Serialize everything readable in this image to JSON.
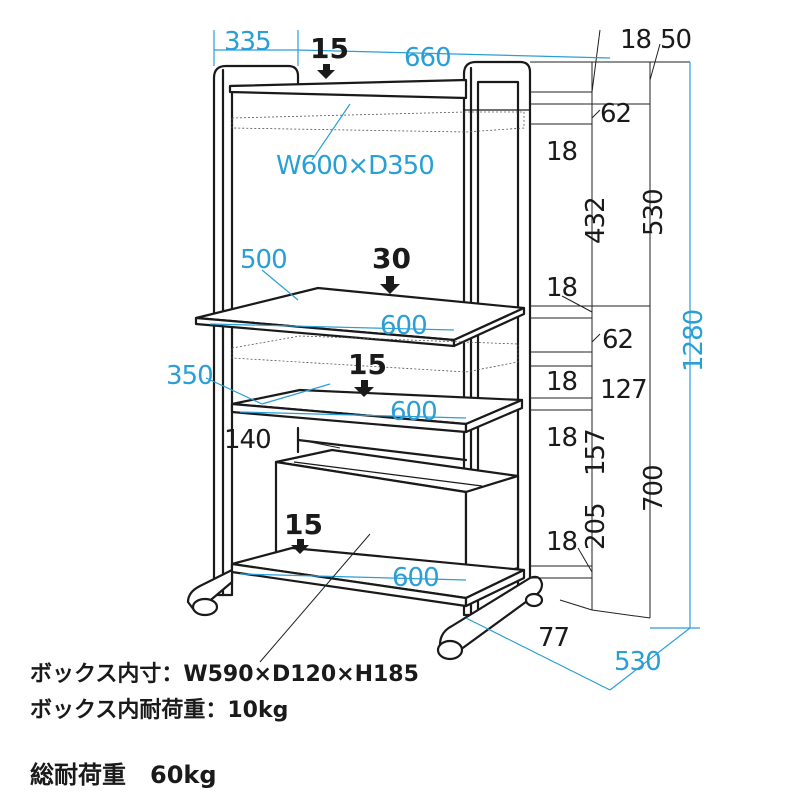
{
  "dimensions": {
    "d335": "335",
    "d660": "660",
    "d18_top": "18",
    "d50": "50",
    "d62_top": "62",
    "d18_a": "18",
    "d432": "432",
    "d530_v": "530",
    "d1280": "1280",
    "d18_b": "18",
    "d62_mid": "62",
    "d18_c": "18",
    "d127": "127",
    "d18_d": "18",
    "d157": "157",
    "d700": "700",
    "d205": "205",
    "d18_e": "18",
    "d77": "77",
    "d530_depth": "530",
    "d500": "500",
    "d350": "350",
    "d140": "140",
    "w600_top": "W600×D350",
    "w600_desk": "600",
    "w600_mid": "600",
    "w600_bottom": "600"
  },
  "loads": {
    "top": "15",
    "desk": "30",
    "mid": "15",
    "bottom": "15"
  },
  "captions": {
    "box_inner": "ボックス内寸：W590×D120×H185",
    "box_load": "ボックス内耐荷重：10kg",
    "total_load": "総耐荷重　60kg"
  },
  "colors": {
    "frame": "#1a1a1a",
    "dimension_blue": "#2a9fd6"
  }
}
